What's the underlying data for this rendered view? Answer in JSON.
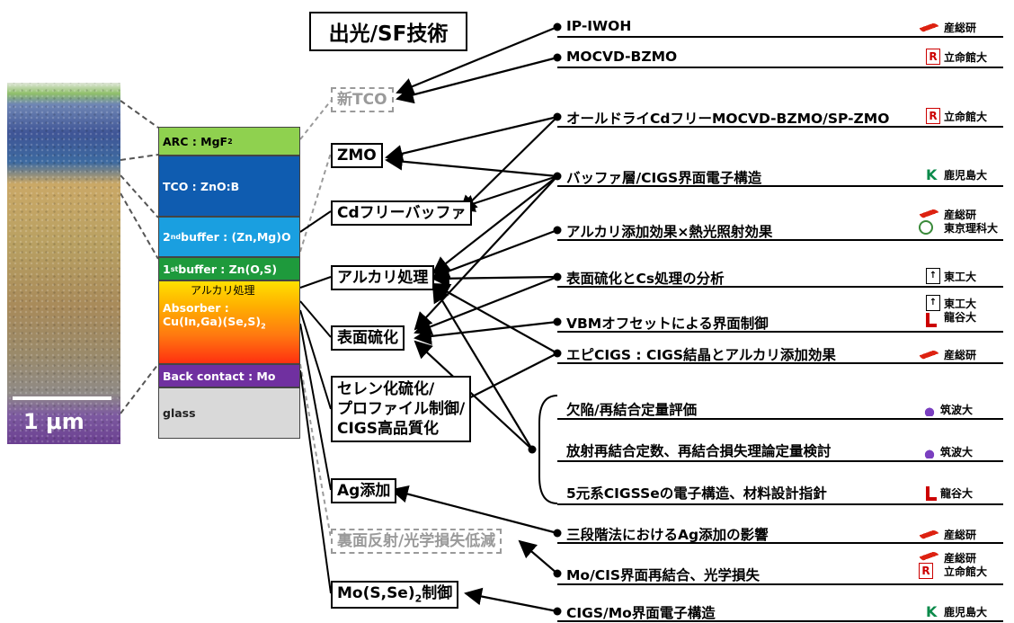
{
  "title": "出光/SF技術",
  "scale_label": "1 μm",
  "layers": {
    "arc": {
      "label": "ARC : MgF",
      "sub": "2",
      "color": "#8fd14f"
    },
    "tco": {
      "label": "TCO : ZnO:B",
      "color": "#0f5cb0"
    },
    "buffer2": {
      "pre": "2",
      "sup": "nd",
      "label": " buffer : (Zn,Mg)O",
      "color": "#1a9fe0"
    },
    "buffer1": {
      "pre": "1",
      "sup": "st",
      "label": " buffer : Zn(O,S)",
      "color": "#1e9a3c"
    },
    "alkali_label": "アルカリ処理",
    "absorber": {
      "line1": "Absorber :",
      "line2": "Cu(In,Ga)(Se,S)",
      "sub": "2"
    },
    "back": {
      "label": "Back contact : Mo",
      "color": "#7030a0"
    },
    "glass": {
      "label": "glass",
      "color": "#d9d9d9"
    }
  },
  "categories": {
    "new_tco": "新TCO",
    "zmo": "ZMO",
    "cd_free": "Cdフリーバッファ",
    "alkali": "アルカリ処理",
    "surface": "表面硫化",
    "selen1": "セレン化硫化/",
    "selen2": "プロファイル制御/",
    "selen3": "CIGS高品質化",
    "ag": "Ag添加",
    "back_reflect": "裏面反射/光学損失低減",
    "mo_pre": "Mo(S,Se)",
    "mo_sub": "2",
    "mo_post": "制御"
  },
  "topics": [
    {
      "text": "IP-IWOH",
      "orgs": [
        "産総研"
      ]
    },
    {
      "text": "MOCVD-BZMO",
      "orgs": [
        "立命館大"
      ]
    },
    {
      "text": "オールドライCdフリーMOCVD-BZMO/SP-ZMO",
      "orgs": [
        "立命館大"
      ]
    },
    {
      "text": "バッファ層/CIGS界面電子構造",
      "orgs": [
        "鹿児島大"
      ]
    },
    {
      "text": "アルカリ添加効果×熱光照射効果",
      "orgs": [
        "産総研",
        "東京理科大"
      ]
    },
    {
      "text": "表面硫化とCs処理の分析",
      "orgs": [
        "東工大"
      ]
    },
    {
      "text": "VBMオフセットによる界面制御",
      "orgs": [
        "東工大",
        "龍谷大"
      ]
    },
    {
      "text": "エピCIGS : CIGS結晶とアルカリ添加効果",
      "orgs": [
        "産総研"
      ]
    },
    {
      "text": "欠陥/再結合定量評価",
      "orgs": [
        "筑波大"
      ]
    },
    {
      "text": "放射再結合定数、再結合損失理論定量検討",
      "orgs": [
        "筑波大"
      ]
    },
    {
      "text": "5元系CIGSSeの電子構造、材料設計指針",
      "orgs": [
        "龍谷大"
      ]
    },
    {
      "text": "三段階法におけるAg添加の影響",
      "orgs": [
        "産総研"
      ]
    },
    {
      "text": "Mo/CIS界面再結合、光学損失",
      "orgs": [
        "産総研",
        "立命館大"
      ]
    },
    {
      "text": "CIGS/Mo界面電子構造",
      "orgs": [
        "鹿児島大"
      ]
    }
  ]
}
